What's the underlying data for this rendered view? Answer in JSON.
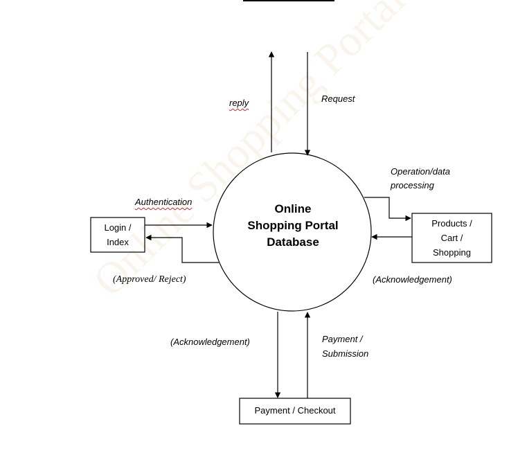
{
  "diagram": {
    "center": {
      "line1": "Online",
      "line2": "Shopping Portal",
      "line3": "Database"
    },
    "login_box": {
      "line1": "Login /",
      "line2": "Index"
    },
    "products_box": {
      "line1": "Products /",
      "line2": "Cart /",
      "line3": "Shopping"
    },
    "payment_box": {
      "label": "Payment / Checkout"
    },
    "flows": {
      "reply": "reply",
      "request": "Request",
      "authentication": "Authentication",
      "approved_reject": "(Approved/ Reject)",
      "operation_line1": "Operation/data",
      "operation_line2": "processing",
      "acknowledgement_right": "(Acknowledgement)",
      "acknowledgement_bottom": "(Acknowledgement)",
      "payment_line1": "Payment /",
      "payment_line2": "Submission"
    },
    "watermark": "Online Shopping Portal"
  }
}
